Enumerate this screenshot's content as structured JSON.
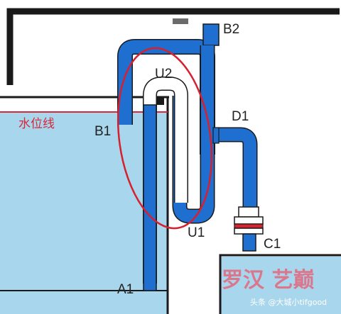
{
  "diagram": {
    "labels": {
      "b2": "B2",
      "u2": "U2",
      "d1": "D1",
      "b1": "B1",
      "u1": "U1",
      "c1": "C1",
      "a1": "A1",
      "water_line": "水位线"
    },
    "colors": {
      "pipe": "#1e6fd0",
      "water": "#a8d6ec",
      "frame": "#1a1a1a",
      "highlight_ellipse": "#d62030",
      "water_line": "#d6283a",
      "valve_band": "#d8242e"
    }
  },
  "watermark": {
    "brand": "罗汉 艺巅",
    "credit": "头条 @大城小tifgood"
  }
}
